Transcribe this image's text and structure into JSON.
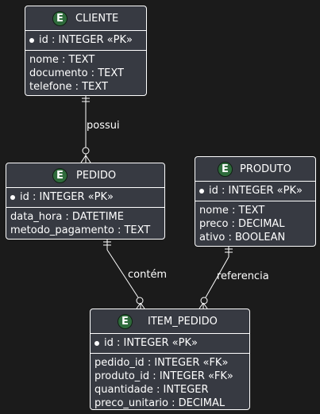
{
  "entities": {
    "cliente": {
      "badge": "E",
      "name": "CLIENTE",
      "pk": [
        "id : INTEGER «PK»"
      ],
      "fields": [
        "nome : TEXT",
        "documento : TEXT",
        "telefone : TEXT"
      ]
    },
    "pedido": {
      "badge": "E",
      "name": "PEDIDO",
      "pk": [
        "id : INTEGER «PK»"
      ],
      "fields": [
        "data_hora : DATETIME",
        "metodo_pagamento : TEXT"
      ]
    },
    "produto": {
      "badge": "E",
      "name": "PRODUTO",
      "pk": [
        "id : INTEGER «PK»"
      ],
      "fields": [
        "nome : TEXT",
        "preco : DECIMAL",
        "ativo : BOOLEAN"
      ]
    },
    "item_pedido": {
      "badge": "E",
      "name": "ITEM_PEDIDO",
      "pk": [
        "id : INTEGER «PK»"
      ],
      "fields": [
        "pedido_id : INTEGER «FK»",
        "produto_id : INTEGER «FK»",
        "quantidade : INTEGER",
        "preco_unitario : DECIMAL"
      ]
    }
  },
  "relationships": [
    {
      "from": "cliente",
      "to": "pedido",
      "label": "possui"
    },
    {
      "from": "pedido",
      "to": "item_pedido",
      "label": "contém"
    },
    {
      "from": "produto",
      "to": "item_pedido",
      "label": "referencia"
    }
  ],
  "colors": {
    "background": "#1b1b1b",
    "entity_fill": "#373a42",
    "border": "#ffffff",
    "badge": "#2f6b3c",
    "text": "#ffffff"
  }
}
